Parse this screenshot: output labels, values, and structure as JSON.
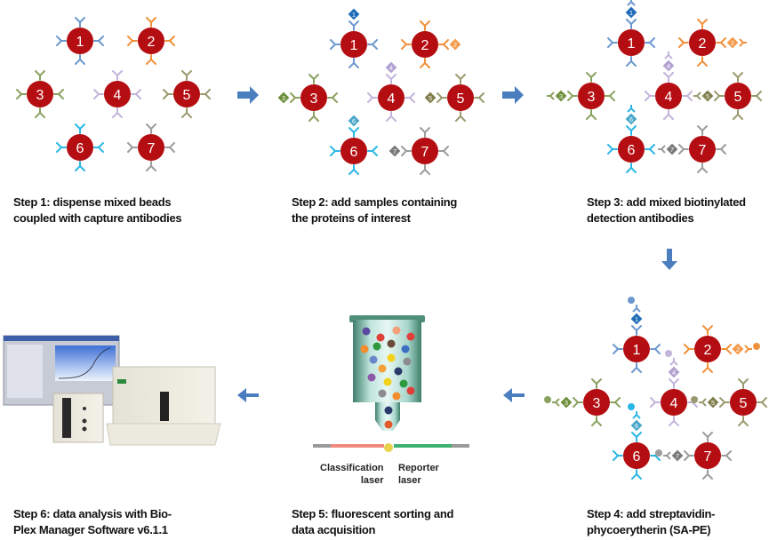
{
  "title": "Bio-Plex multiplex immunoassay workflow",
  "steps": [
    {
      "id": 1,
      "caption": "Step 1: dispense mixed beads\ncoupled with capture antibodies",
      "stage": "capture"
    },
    {
      "id": 2,
      "caption": "Step 2: add samples containing\nthe proteins of interest",
      "stage": "antigen"
    },
    {
      "id": 3,
      "caption": "Step 3: add mixed biotinylated\ndetection antibodies",
      "stage": "detection"
    },
    {
      "id": 4,
      "caption": "Step 4: add streptavidin-\nphycoerytherin (SA-PE)",
      "stage": "sape"
    },
    {
      "id": 5,
      "caption": "Step 5: fluorescent sorting and\ndata acquisition",
      "stage": "flow"
    },
    {
      "id": 6,
      "caption": "Step 6: data analysis with Bio-\nPlex Manager Software v6.1.1",
      "stage": "instrument"
    }
  ],
  "beads": [
    {
      "label": "1",
      "color": "#6d98cf",
      "antigen_color": "#1f6bb8",
      "bound_side": "top"
    },
    {
      "label": "2",
      "color": "#f0913d",
      "antigen_color": "#f39a4a",
      "bound_side": "right"
    },
    {
      "label": "3",
      "color": "#8aa260",
      "antigen_color": "#6e8f3a",
      "bound_side": "left"
    },
    {
      "label": "4",
      "color": "#c3b4dc",
      "antigen_color": "#b2a2d2",
      "bound_side": "top"
    },
    {
      "label": "5",
      "color": "#9a9a70",
      "antigen_color": "#7f7d4a",
      "bound_side": "left"
    },
    {
      "label": "6",
      "color": "#2bb7e6",
      "antigen_color": "#4aa7c9",
      "bound_side": "top"
    },
    {
      "label": "7",
      "color": "#9c9c9c",
      "antigen_color": "#7a7a7a",
      "bound_side": "left"
    }
  ],
  "bead_fill": "#b50e12",
  "arrow_color": "#4a7ebf",
  "lasers": {
    "classification_label": "Classification\nlaser",
    "reporter_label": "Reporter\nlaser",
    "classification_color": "#f08a80",
    "reporter_color": "#3cb371"
  },
  "flow_cell_beads": [
    "#5b4aa0",
    "#e0403a",
    "#f4a07a",
    "#e0403a",
    "#f28c2e",
    "#2e9a3e",
    "#6b4a3a",
    "#3a6fc4",
    "#6a86c8",
    "#f2d21c",
    "#8c8c8c",
    "#f2a03a",
    "#2a3a6a",
    "#8c5aa8",
    "#f2d21c",
    "#2e9a3e",
    "#8c8c8c",
    "#f28c2e",
    "#e0403a",
    "#2a3a6a",
    "#e35a2a"
  ]
}
